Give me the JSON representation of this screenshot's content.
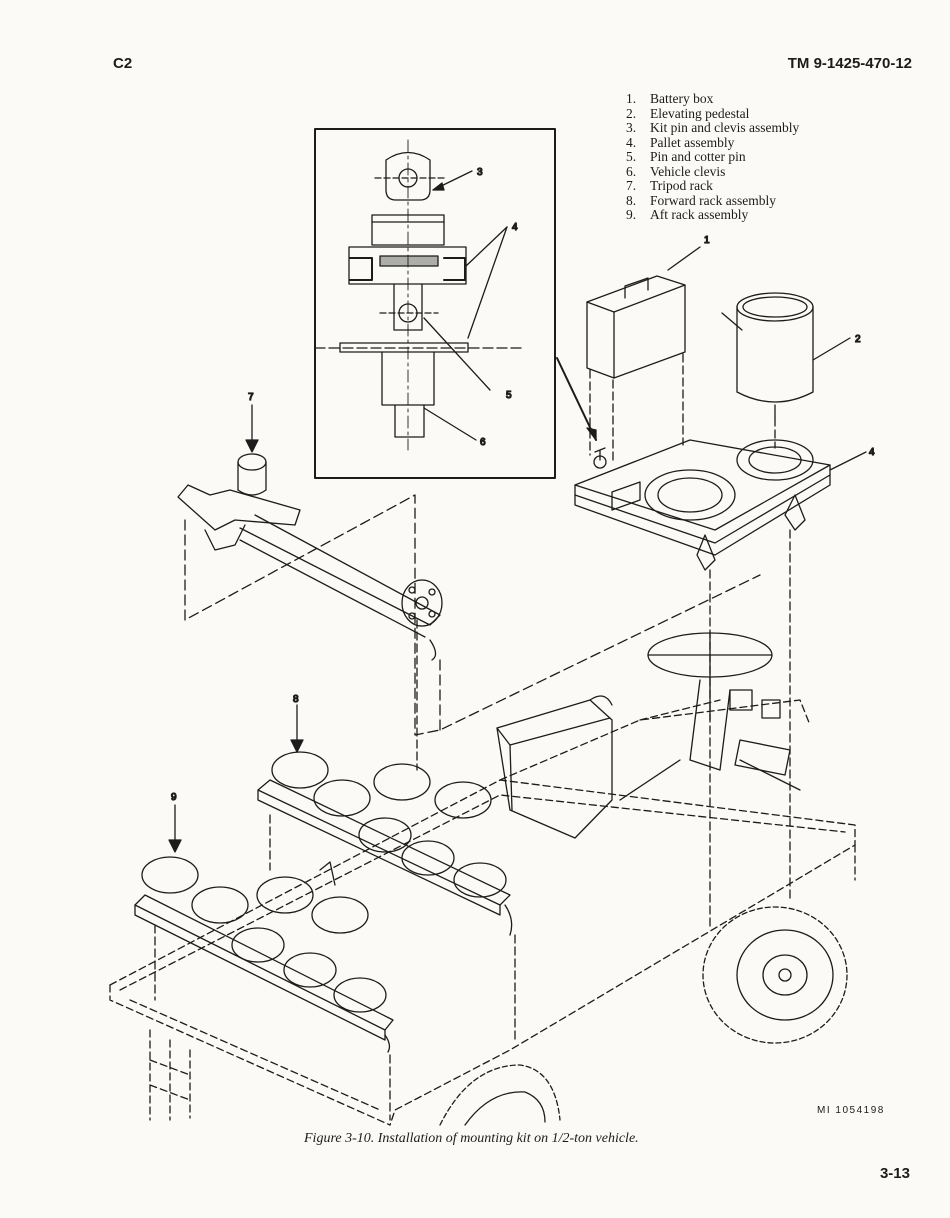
{
  "header": {
    "left": "C2",
    "right": "TM 9-1425-470-12"
  },
  "legend": [
    {
      "num": "1.",
      "label": "Battery box"
    },
    {
      "num": "2.",
      "label": "Elevating pedestal"
    },
    {
      "num": "3.",
      "label": "Kit pin and clevis assembly"
    },
    {
      "num": "4.",
      "label": "Pallet assembly"
    },
    {
      "num": "5.",
      "label": "Pin and cotter pin"
    },
    {
      "num": "6.",
      "label": "Vehicle clevis"
    },
    {
      "num": "7.",
      "label": "Tripod rack"
    },
    {
      "num": "8.",
      "label": "Forward rack assembly"
    },
    {
      "num": "9.",
      "label": "Aft rack assembly"
    }
  ],
  "callouts": {
    "c1": "1",
    "c2": "2",
    "c3": "3",
    "c4a": "4",
    "c4b": "4",
    "c5": "5",
    "c6": "6",
    "c7": "7",
    "c8": "8",
    "c9": "9"
  },
  "mi_code": "MI 1054198",
  "caption": "Figure 3-10.  Installation of mounting kit on 1/2-ton vehicle.",
  "page_number": "3-13"
}
